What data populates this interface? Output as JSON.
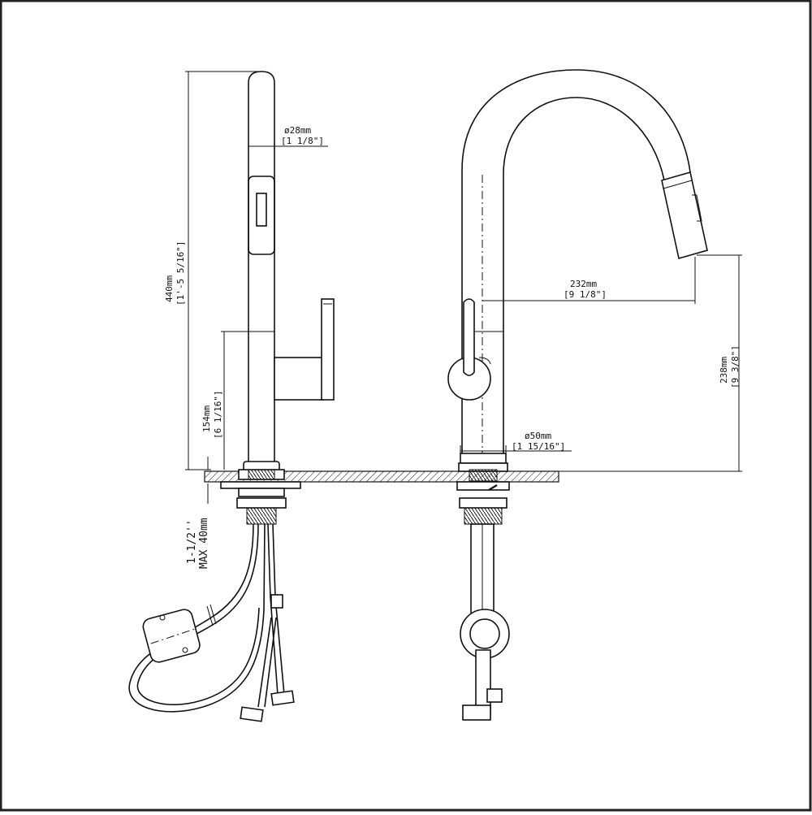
{
  "dimensions": {
    "spout_diameter": {
      "metric": "ø28mm",
      "imperial": "[1 1/8\"]"
    },
    "total_height": {
      "metric": "440mm",
      "imperial": "[1'-5 5/16\"]"
    },
    "handle_height": {
      "metric": "154mm",
      "imperial": "[6 1/16\"]"
    },
    "deck_thickness": {
      "metric": "1-1/2''",
      "imperial": "MAX 40mm"
    },
    "spout_reach": {
      "metric": "232mm",
      "imperial": "[9 1/8\"]"
    },
    "spout_clearance": {
      "metric": "238mm",
      "imperial": "[9 3/8\"]"
    },
    "base_diameter": {
      "metric": "ø50mm",
      "imperial": "[1 15/16\"]"
    }
  },
  "colors": {
    "line": "#111111",
    "background": "#ffffff",
    "frame": "#222222"
  }
}
